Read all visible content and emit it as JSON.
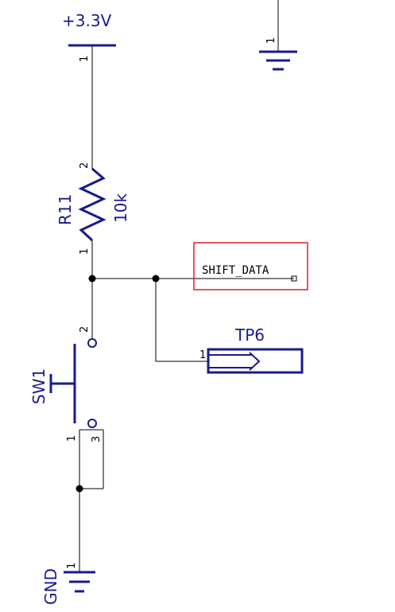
{
  "power": {
    "supply_label": "+3.3V",
    "supply_pin": "1",
    "top_ground_pin": "1"
  },
  "resistor": {
    "ref": "R11",
    "value": "10k",
    "pin_top": "2",
    "pin_bottom": "1"
  },
  "net": {
    "label": "SHIFT_DATA"
  },
  "test_point": {
    "ref": "TP6",
    "pin": "1"
  },
  "switch": {
    "ref": "SW1",
    "pin_top": "2",
    "pin_left": "1",
    "pin_right": "3"
  },
  "ground": {
    "label": "GND",
    "pin": "1"
  },
  "colors": {
    "symbol": "#1a1a8c",
    "wire": "#000000",
    "highlight": "#e02020"
  }
}
